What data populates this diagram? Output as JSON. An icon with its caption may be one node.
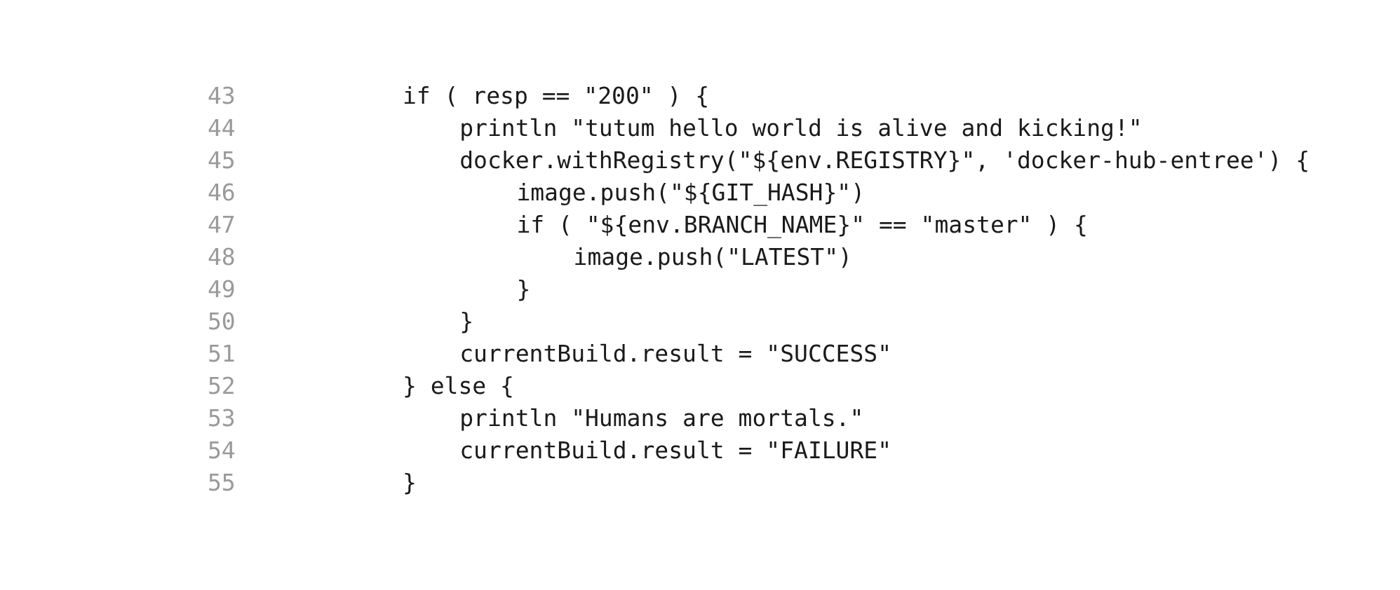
{
  "diagram": {
    "labels": [
      "43",
      "if ( resp == \"200\" ) {",
      "44",
      "println \"tutum hello world is alive and kicking!\"",
      "45",
      "docker.withRegistry(\"${env.REGISTRY}\", 'docker-hub-entree') {",
      "46",
      "image.push(\"${GIT_HASH}\")",
      "47",
      "if ( \"${env.BRANCH_NAME}\" == \"master\" ) {",
      "48",
      "image.push(\"LATEST\")",
      "49",
      "}",
      "50",
      "}",
      "51",
      "currentBuild.result = \"SUCCESS\"",
      "52",
      "} else {",
      "53",
      "println \"Humans are mortals.\"",
      "54",
      "currentBuild.result = \"FAILURE\"",
      "55",
      "}"
    ]
  }
}
